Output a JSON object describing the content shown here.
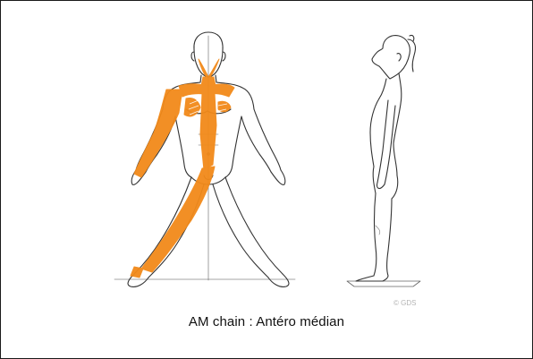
{
  "caption": "AM chain : Antéro médian",
  "copyright_text": "© GDS",
  "colors": {
    "accent": "#f28a1a",
    "line": "#333333",
    "frame": "#1a1a1a"
  },
  "figures": [
    {
      "name": "front-view",
      "description_icon": "front-figure-icon"
    },
    {
      "name": "side-view",
      "description_icon": "side-figure-icon"
    }
  ]
}
